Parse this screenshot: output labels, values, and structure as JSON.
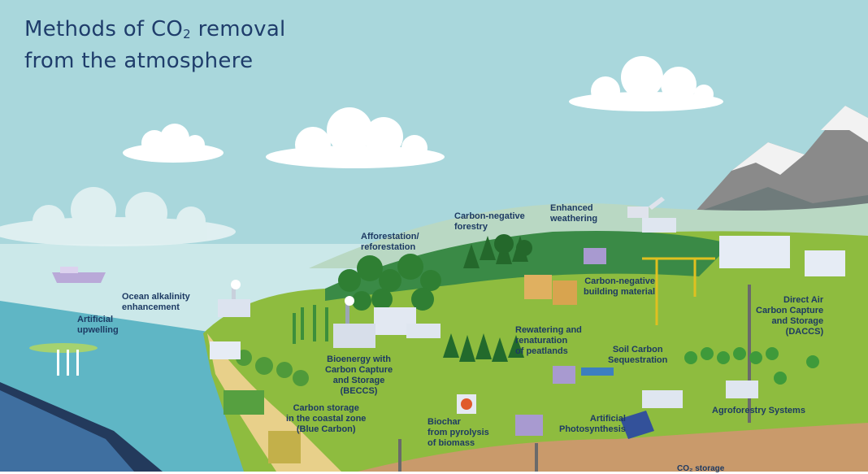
{
  "title": {
    "line1_prefix": "Methods of CO",
    "line1_sub": "2",
    "line1_suffix": " removal",
    "line2": "from the atmosphere"
  },
  "labels": {
    "artificial_upwelling": [
      "Artificial",
      "upwelling"
    ],
    "ocean_alkalinity": [
      "Ocean alkalinity",
      "enhancement"
    ],
    "afforestation": [
      "Afforestation/",
      "reforestation"
    ],
    "carbon_negative_forestry": [
      "Carbon-negative",
      "forestry"
    ],
    "enhanced_weathering": [
      "Enhanced",
      "weathering"
    ],
    "carbon_negative_building": [
      "Carbon-negative",
      "building material"
    ],
    "dacs": [
      "Direct Air",
      "Carbon Capture",
      "and Storage",
      "(DACCS)"
    ],
    "beccs": [
      "Bioenergy with",
      "Carbon Capture",
      "and Storage",
      "(BECCS)"
    ],
    "peatlands": [
      "Rewatering and",
      "renaturation",
      "of peatlands"
    ],
    "soil_carbon": [
      "Soil Carbon",
      "Sequestration"
    ],
    "blue_carbon": [
      "Carbon storage",
      "in the coastal zone",
      "(Blue Carbon)"
    ],
    "biochar": [
      "Biochar",
      "from pyrolysis",
      "of biomass"
    ],
    "artificial_photosynthesis": [
      "Artificial",
      "Photosynthesis"
    ],
    "agroforestry": [
      "Agroforestry Systems"
    ],
    "co2_storage": "CO₂ storage"
  },
  "colors": {
    "sky": "#a8d6da",
    "sea": "#cde8e8",
    "ocean_deep": "#5fb5c4",
    "grass": "#8dbb3e",
    "forest": "#3f8f3c",
    "soil": "#c99a6b",
    "label": "#1d3a63"
  }
}
